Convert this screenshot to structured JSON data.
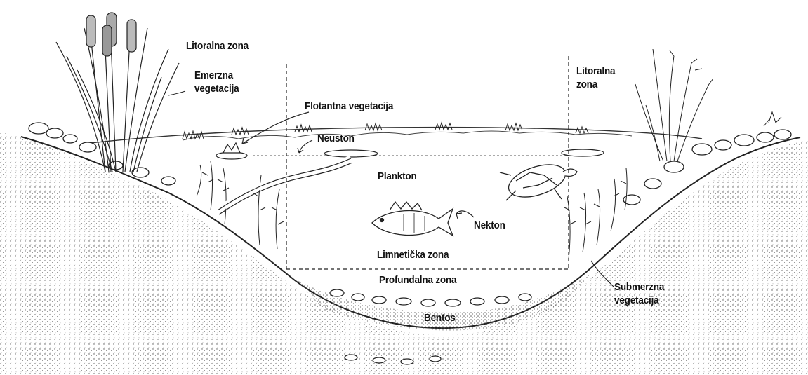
{
  "labels": {
    "litoralna_zona_left": "Litoralna zona",
    "emerzna_vegetacija": [
      "Emerzna",
      "vegetacija"
    ],
    "flotantna_vegetacija": "Flotantna vegetacija",
    "neuston": "Neuston",
    "plankton": "Plankton",
    "nekton": "Nekton",
    "limneticka_zona": "Limnetička zona",
    "profundalna_zona": "Profundalna zona",
    "bentos": "Bentos",
    "litoralna_zona_right": [
      "Litoralna",
      "zona"
    ],
    "submerzna_vegetacija": [
      "Submerzna",
      "vegetacija"
    ]
  }
}
